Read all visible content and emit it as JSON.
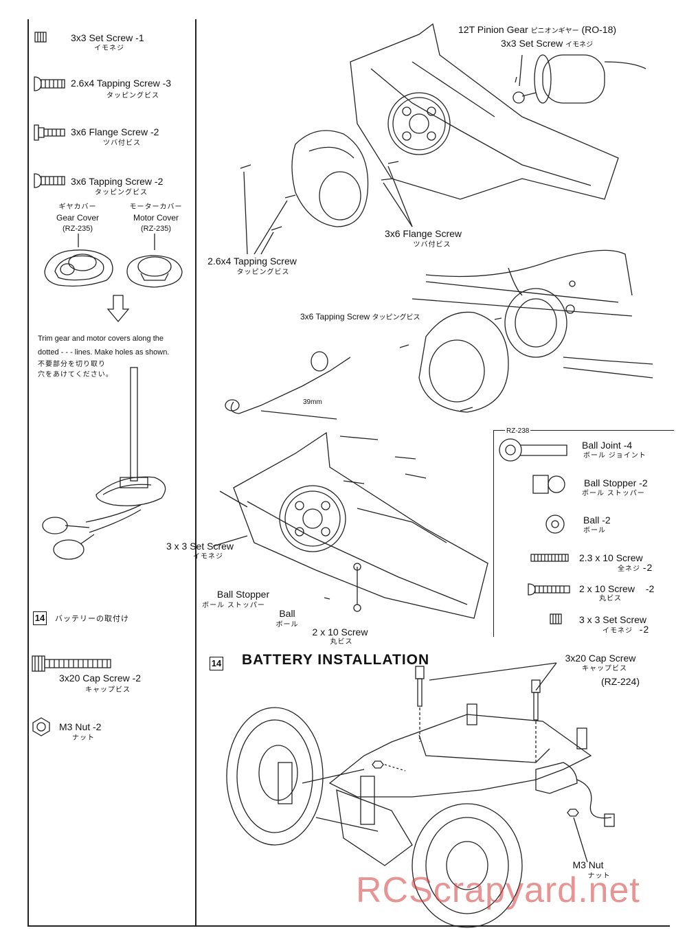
{
  "left_parts": [
    {
      "name": "3x3 Set Screw -1",
      "jp": "イモネジ",
      "icon": "set-screw-icon"
    },
    {
      "name": "2.6x4 Tapping Screw -3",
      "jp": "タッピングビス",
      "icon": "tapping-screw-icon"
    },
    {
      "name": "3x6 Flange Screw -2",
      "jp": "ツバ付ビス",
      "icon": "flange-screw-icon"
    },
    {
      "name": "3x6 Tapping Screw -2",
      "jp": "タッピングビス",
      "icon": "tapping-screw-icon"
    }
  ],
  "covers": {
    "gear_jp": "ギヤカバー",
    "gear_en": "Gear Cover",
    "gear_code": "(RZ-235)",
    "motor_jp": "モーターカバー",
    "motor_en": "Motor Cover",
    "motor_code": "(RZ-235)"
  },
  "trim_note": {
    "line1": "Trim gear and motor covers along the",
    "line2": "dotted - - - lines.  Make holes as shown.",
    "jp1": "不要部分を切り取り",
    "jp2": "穴をあけてください。"
  },
  "step14_left": {
    "number": "14",
    "title_jp": "バッテリーの取付け",
    "parts": [
      {
        "name": "3x20 Cap Screw -2",
        "jp": "キャップビス",
        "icon": "cap-screw-icon"
      },
      {
        "name": "M3 Nut -2",
        "jp": "ナット",
        "icon": "nut-icon"
      }
    ]
  },
  "diagram_top": {
    "pinion": "12T Pinion Gear",
    "pinion_jp": "ピニオンギヤー",
    "pinion_code": "(RO-18)",
    "setscrew": "3x3 Set Screw",
    "setscrew_jp": "イモネジ",
    "flange": "3x6 Flange Screw",
    "flange_jp": "ツバ付ビス",
    "tapping": "2.6x4 Tapping Screw",
    "tapping_jp": "タッピングビス"
  },
  "diagram_motor": {
    "tapping": "3x6 Tapping Screw",
    "tapping_jp": "タッピングビス",
    "dim": "39mm"
  },
  "diagram_mid": {
    "setscrew": "3 x 3 Set Screw",
    "setscrew_jp": "イモネジ",
    "stopper": "Ball Stopper",
    "stopper_jp": "ボール ストッパー",
    "ball": "Ball",
    "ball_jp": "ボール",
    "screw": "2 x 10 Screw",
    "screw_jp": "丸ビス"
  },
  "rz238": {
    "code": "RZ-238",
    "items": [
      {
        "name": "Ball Joint",
        "qty": "-4",
        "jp": "ボール ジョイント",
        "icon": "ball-joint-icon"
      },
      {
        "name": "Ball Stopper",
        "qty": "-2",
        "jp": "ボール ストッパー",
        "icon": "ball-stopper-icon"
      },
      {
        "name": "Ball",
        "qty": "-2",
        "jp": "ボール",
        "icon": "ball-icon"
      },
      {
        "name": "2.3 x 10 Screw",
        "qty": "-2",
        "jp": "全ネジ",
        "icon": "threaded-rod-icon"
      },
      {
        "name": "2 x 10 Screw",
        "qty": "-2",
        "jp": "丸ビス",
        "icon": "round-screw-icon"
      },
      {
        "name": "3 x 3 Set Screw",
        "qty": "-2",
        "jp": "イモネジ",
        "icon": "set-screw-icon"
      }
    ]
  },
  "step14": {
    "number": "14",
    "title": "BATTERY  INSTALLATION",
    "cap": "3x20 Cap Screw",
    "cap_jp": "キャップビス",
    "cap_code": "(RZ-224)",
    "nut": "M3 Nut",
    "nut_jp": "ナット"
  },
  "watermark": "RCScrapyard.net"
}
